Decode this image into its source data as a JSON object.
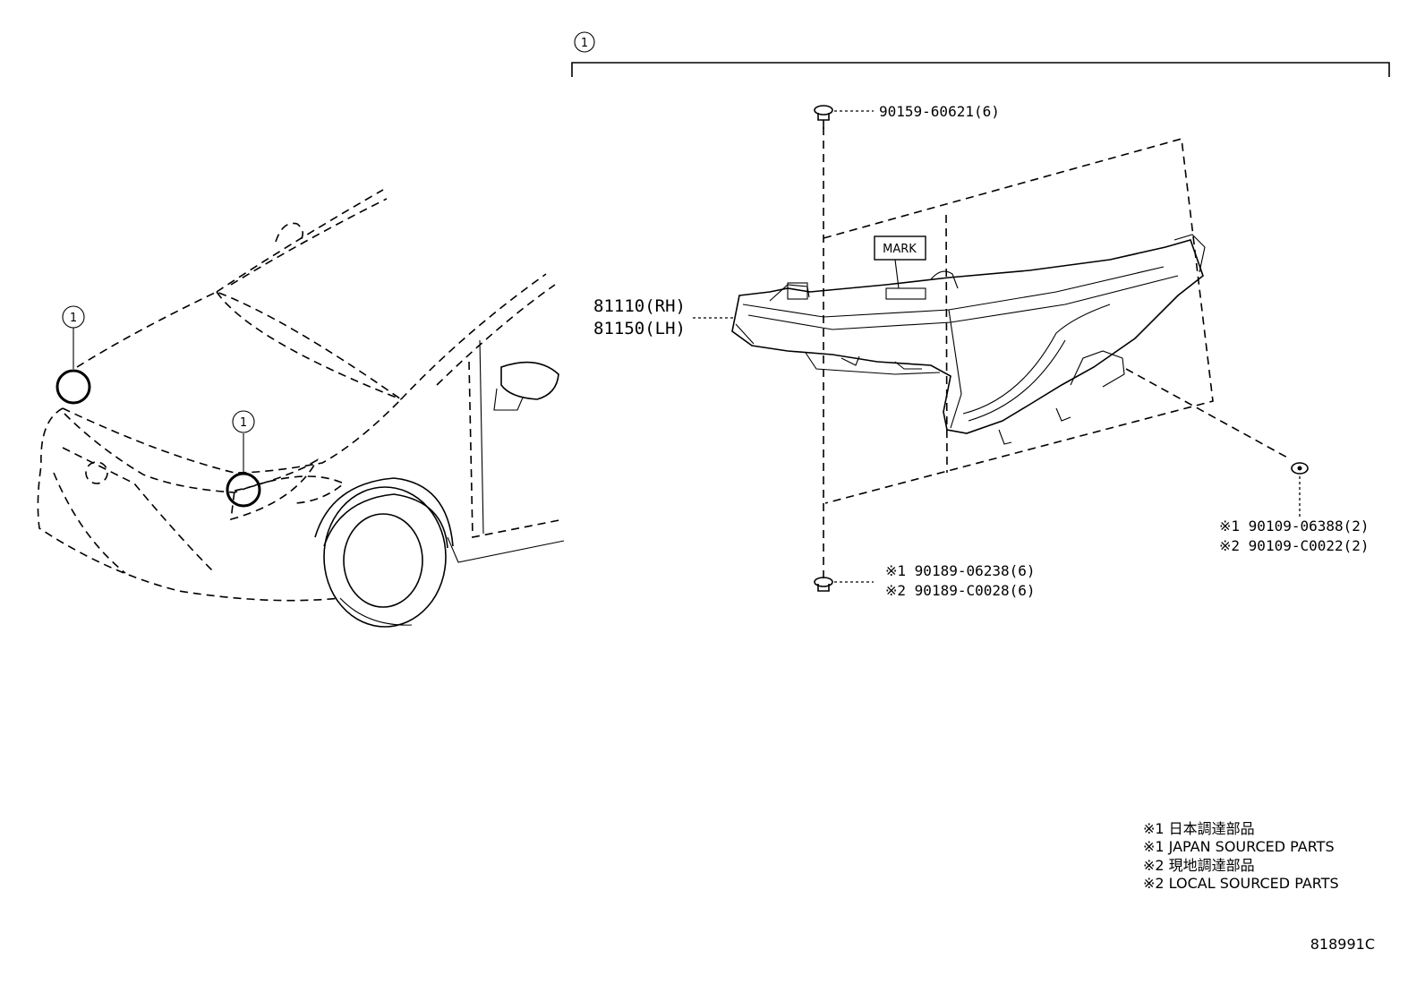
{
  "callout": "1",
  "headlamp": {
    "rh": "81110(RH)",
    "lh": "81150(LH)"
  },
  "mark_label": "MARK",
  "screw_top": "90159-60621(6)",
  "screw_bottom": {
    "j": "※1 90189-06238(6)",
    "l": "※2 90189-C0028(6)"
  },
  "screw_right": {
    "j": "※1 90109-06388(2)",
    "l": "※2 90109-C0022(2)"
  },
  "notes": [
    "※1 日本調達部品",
    "※1 JAPAN SOURCED PARTS",
    "※2 現地調達部品",
    "※2 LOCAL SOURCED PARTS"
  ],
  "diagram_id": "818991C"
}
